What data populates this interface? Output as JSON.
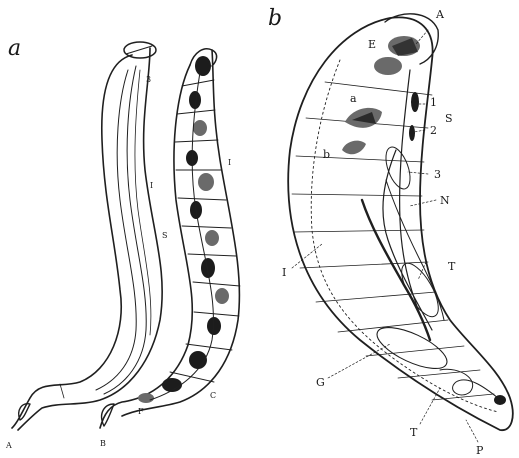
{
  "panel_a": {
    "letter": "a",
    "specimen1": {
      "base_label": "A",
      "label_top": "3",
      "label_mid": "I",
      "label_low": "S"
    },
    "specimen2": {
      "base_label": "B",
      "label_mid": "I",
      "label_tail": "C",
      "label_foot": "F"
    }
  },
  "panel_b": {
    "letter": "b",
    "labels": {
      "A": "A",
      "E": "E",
      "a": "a",
      "b": "b",
      "n1": "1",
      "n2": "2",
      "n3": "3",
      "S": "S",
      "N": "N",
      "I": "I",
      "T": "T",
      "G": "G",
      "T2": "T",
      "P": "P"
    }
  }
}
